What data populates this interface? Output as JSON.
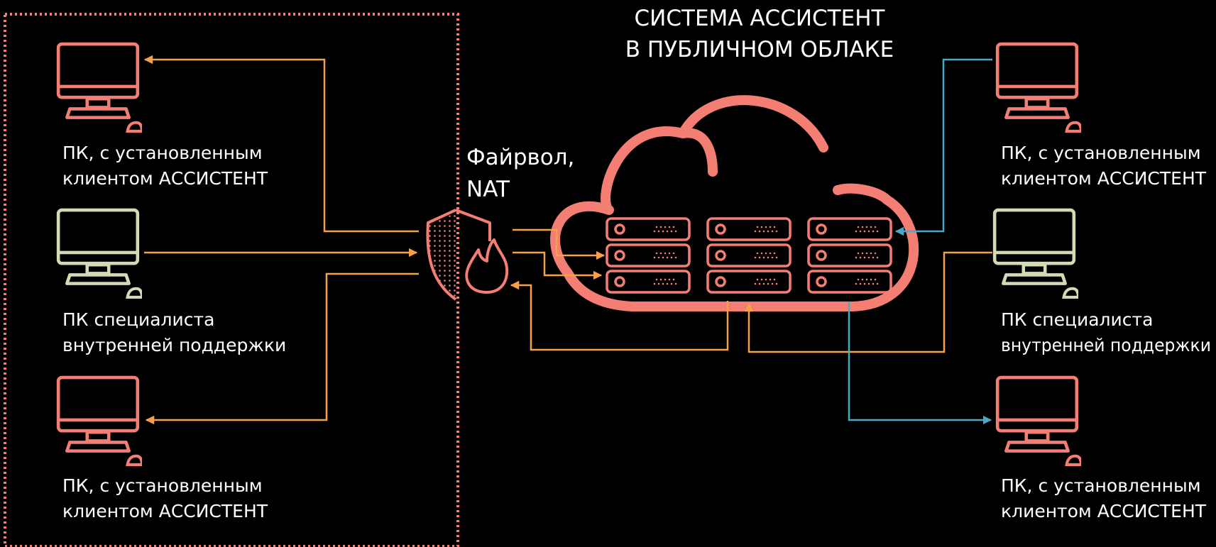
{
  "title": {
    "line1": "СИСТЕМА АССИСТЕНТ",
    "line2": "В ПУБЛИЧНОМ ОБЛАКЕ"
  },
  "firewall": {
    "line1": "Файрвол,",
    "line2": "NAT"
  },
  "left": {
    "pc_top": {
      "line1": "ПК, с установленным",
      "line2": "клиентом АССИСТЕНТ"
    },
    "pc_middle": {
      "line1": "ПК специалиста",
      "line2": "внутренней поддержки"
    },
    "pc_bottom": {
      "line1": "ПК, с установленным",
      "line2": "клиентом АССИСТЕНТ"
    }
  },
  "right": {
    "pc_top": {
      "line1": "ПК, с установленным",
      "line2": "клиентом АССИСТЕНТ"
    },
    "pc_middle": {
      "line1": "ПК специалиста",
      "line2": "внутренней поддержки"
    },
    "pc_bottom": {
      "line1": "ПК, с установленным",
      "line2": "клиентом АССИСТЕНТ"
    }
  },
  "colors": {
    "background": "#000000",
    "client_pc": "#f47e74",
    "support_pc": "#d2dcb4",
    "internal_link": "#f5a04a",
    "external_link": "#4aa8c4",
    "cloud": "#f47e74",
    "boundary": "#f47e74",
    "text": "#ffffff"
  }
}
